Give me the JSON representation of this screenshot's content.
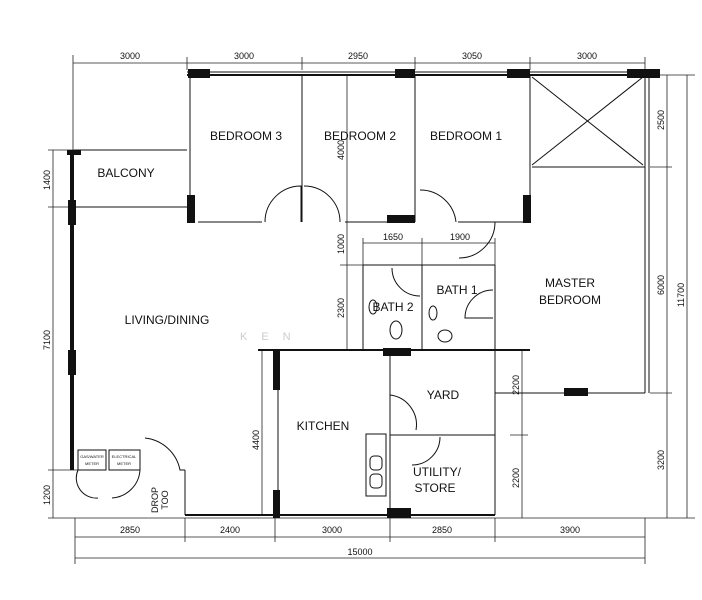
{
  "rooms": {
    "bedroom3": "BEDROOM 3",
    "bedroom2": "BEDROOM 2",
    "bedroom1": "BEDROOM 1",
    "balcony": "BALCONY",
    "living_dining": "LIVING/DINING",
    "bath2": "BATH 2",
    "bath1": "BATH 1",
    "master_line1": "MASTER",
    "master_line2": "BEDROOM",
    "yard": "YARD",
    "kitchen": "KITCHEN",
    "utility_line1": "UTILITY/",
    "utility_line2": "STORE"
  },
  "fixtures": {
    "gas_water_meter_1": "GAS/WATER",
    "gas_water_meter_2": "METER",
    "electrical_meter_1": "ELECTRICAL",
    "electrical_meter_2": "METER",
    "chute_1": "DROP",
    "chute_2": "TOO"
  },
  "dimensions": {
    "top": [
      "3000",
      "3000",
      "2950",
      "3050",
      "3000"
    ],
    "bottom": [
      "2850",
      "2400",
      "3000",
      "2850",
      "3900"
    ],
    "bottom_total": "15000",
    "left": [
      "1400",
      "7100",
      "1200"
    ],
    "right": [
      "2500",
      "6000",
      "3200"
    ],
    "right_total": "11700",
    "bedroom_depth": "4000",
    "corridor": "1000",
    "bath_depth": "2300",
    "bath2_width": "1650",
    "bath1_width": "1900",
    "yard_depth": "2200",
    "utility_depth": "2200",
    "kitchen_depth": "4400"
  },
  "watermark": "KEN"
}
